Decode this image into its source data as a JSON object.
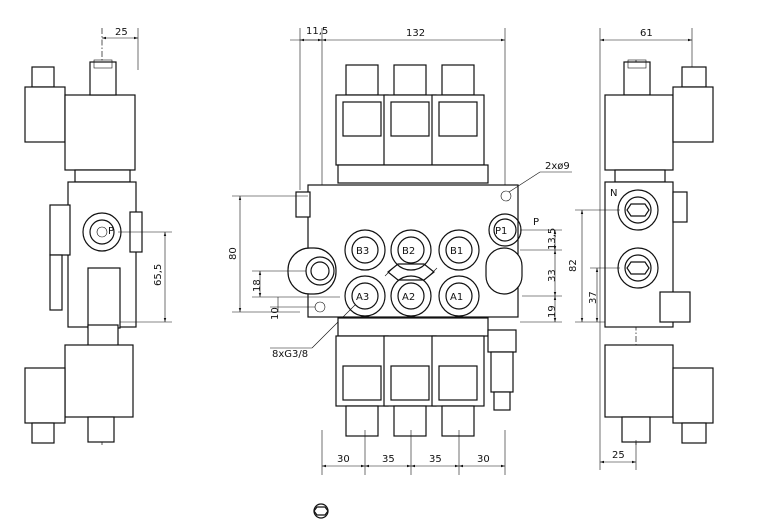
{
  "dimensions": {
    "left_top_width": "25",
    "left_port_height": "65,5",
    "front_offset": "11,5",
    "front_width": "132",
    "front_height": "80",
    "front_18": "18",
    "front_10": "10",
    "hole_callout": "2xø9",
    "spacing_13_5": "13,5",
    "spacing_33": "33",
    "spacing_19": "19",
    "right_height": "82",
    "right_37": "37",
    "right_top_width": "61",
    "right_bottom_width": "25",
    "bottom_spacing": [
      "30",
      "35",
      "35",
      "30"
    ],
    "thread_callout": "8xG3/8"
  },
  "ports": {
    "top_row": [
      "B3",
      "B2",
      "B1"
    ],
    "bottom_row": [
      "A3",
      "A2",
      "A1"
    ],
    "pressure": "P1",
    "left_pressure": "P",
    "p_side": "P",
    "n_side": "N"
  }
}
